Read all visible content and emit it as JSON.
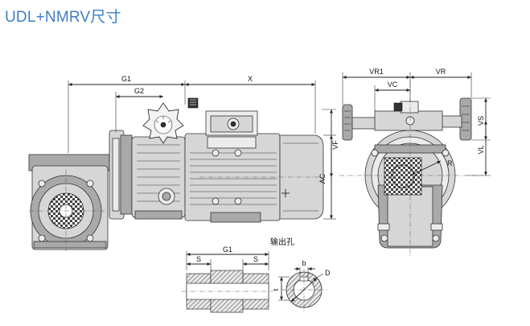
{
  "title": "UDL+NMRV尺寸",
  "labels": {
    "g1_top": "G1",
    "g2": "G2",
    "x": "X",
    "vr1": "VR1",
    "vr": "VR",
    "vc": "VC",
    "vf": "VF",
    "ac": "AC",
    "vs": "VS",
    "vl": "VL",
    "r": "R",
    "g1_bottom": "G1",
    "s_left": "S",
    "s_right": "S",
    "output_hole": "输出孔",
    "b": "b",
    "d": "D",
    "t": "t"
  },
  "colors": {
    "title": "#3d7fc4",
    "body_mid": "#d6d6d6",
    "body_dark": "#a9a9a9",
    "body_light": "#ececec"
  }
}
